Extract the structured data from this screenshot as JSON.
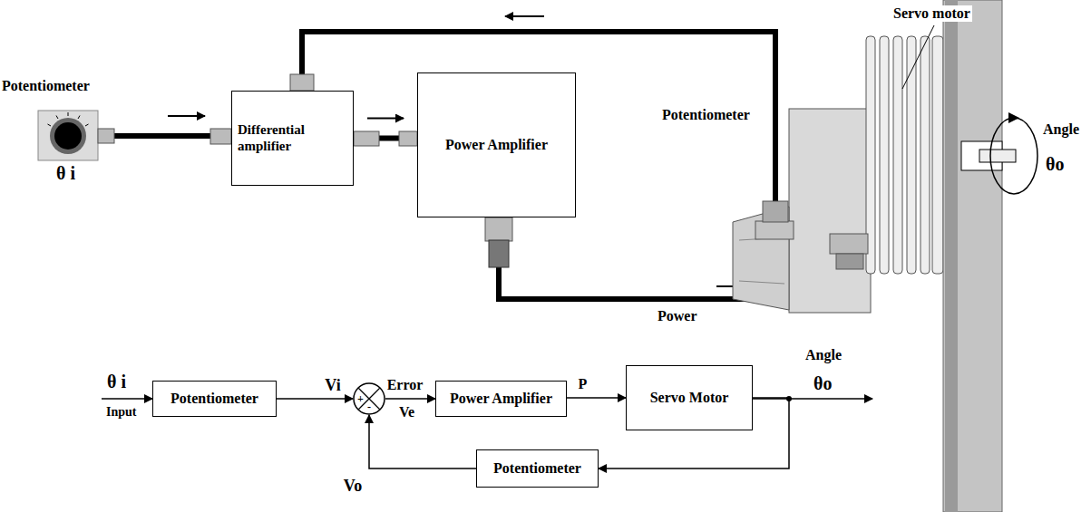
{
  "diagram": {
    "nodes": [
      {
        "text": [
          "Differential amplifier"
        ]
      },
      {
        "text": [
          "Power Amplifier"
        ]
      },
      {
        "text": [
          "Potentiometer"
        ]
      },
      {
        "text": [
          "+",
          "-"
        ]
      },
      {
        "text": [
          "Power Amplifier"
        ]
      },
      {
        "text": [
          "Servo Motor"
        ]
      },
      {
        "text": [
          "Potentiometer"
        ]
      }
    ],
    "edges": [
      {
        "from": 0,
        "to": 1,
        "arrow": "to"
      },
      {
        "from": 2,
        "to": 3,
        "label": "Vi",
        "arrow": "to"
      },
      {
        "from": 3,
        "to": 4,
        "label": "Error",
        "arrow": "to"
      },
      {
        "from": 4,
        "to": 5,
        "label": "P",
        "arrow": "to"
      },
      {
        "from": 5,
        "to": 6,
        "arrow": "to"
      },
      {
        "from": 6,
        "to": 3,
        "label": "Vo",
        "arrow": "to"
      }
    ],
    "labels": [
      "Potentiometer",
      "θ i",
      "Potentiometer",
      "Servo motor",
      "Angle",
      "θo",
      "Power",
      "θ i",
      "Input",
      "Ve",
      "Angle",
      "θo"
    ]
  }
}
